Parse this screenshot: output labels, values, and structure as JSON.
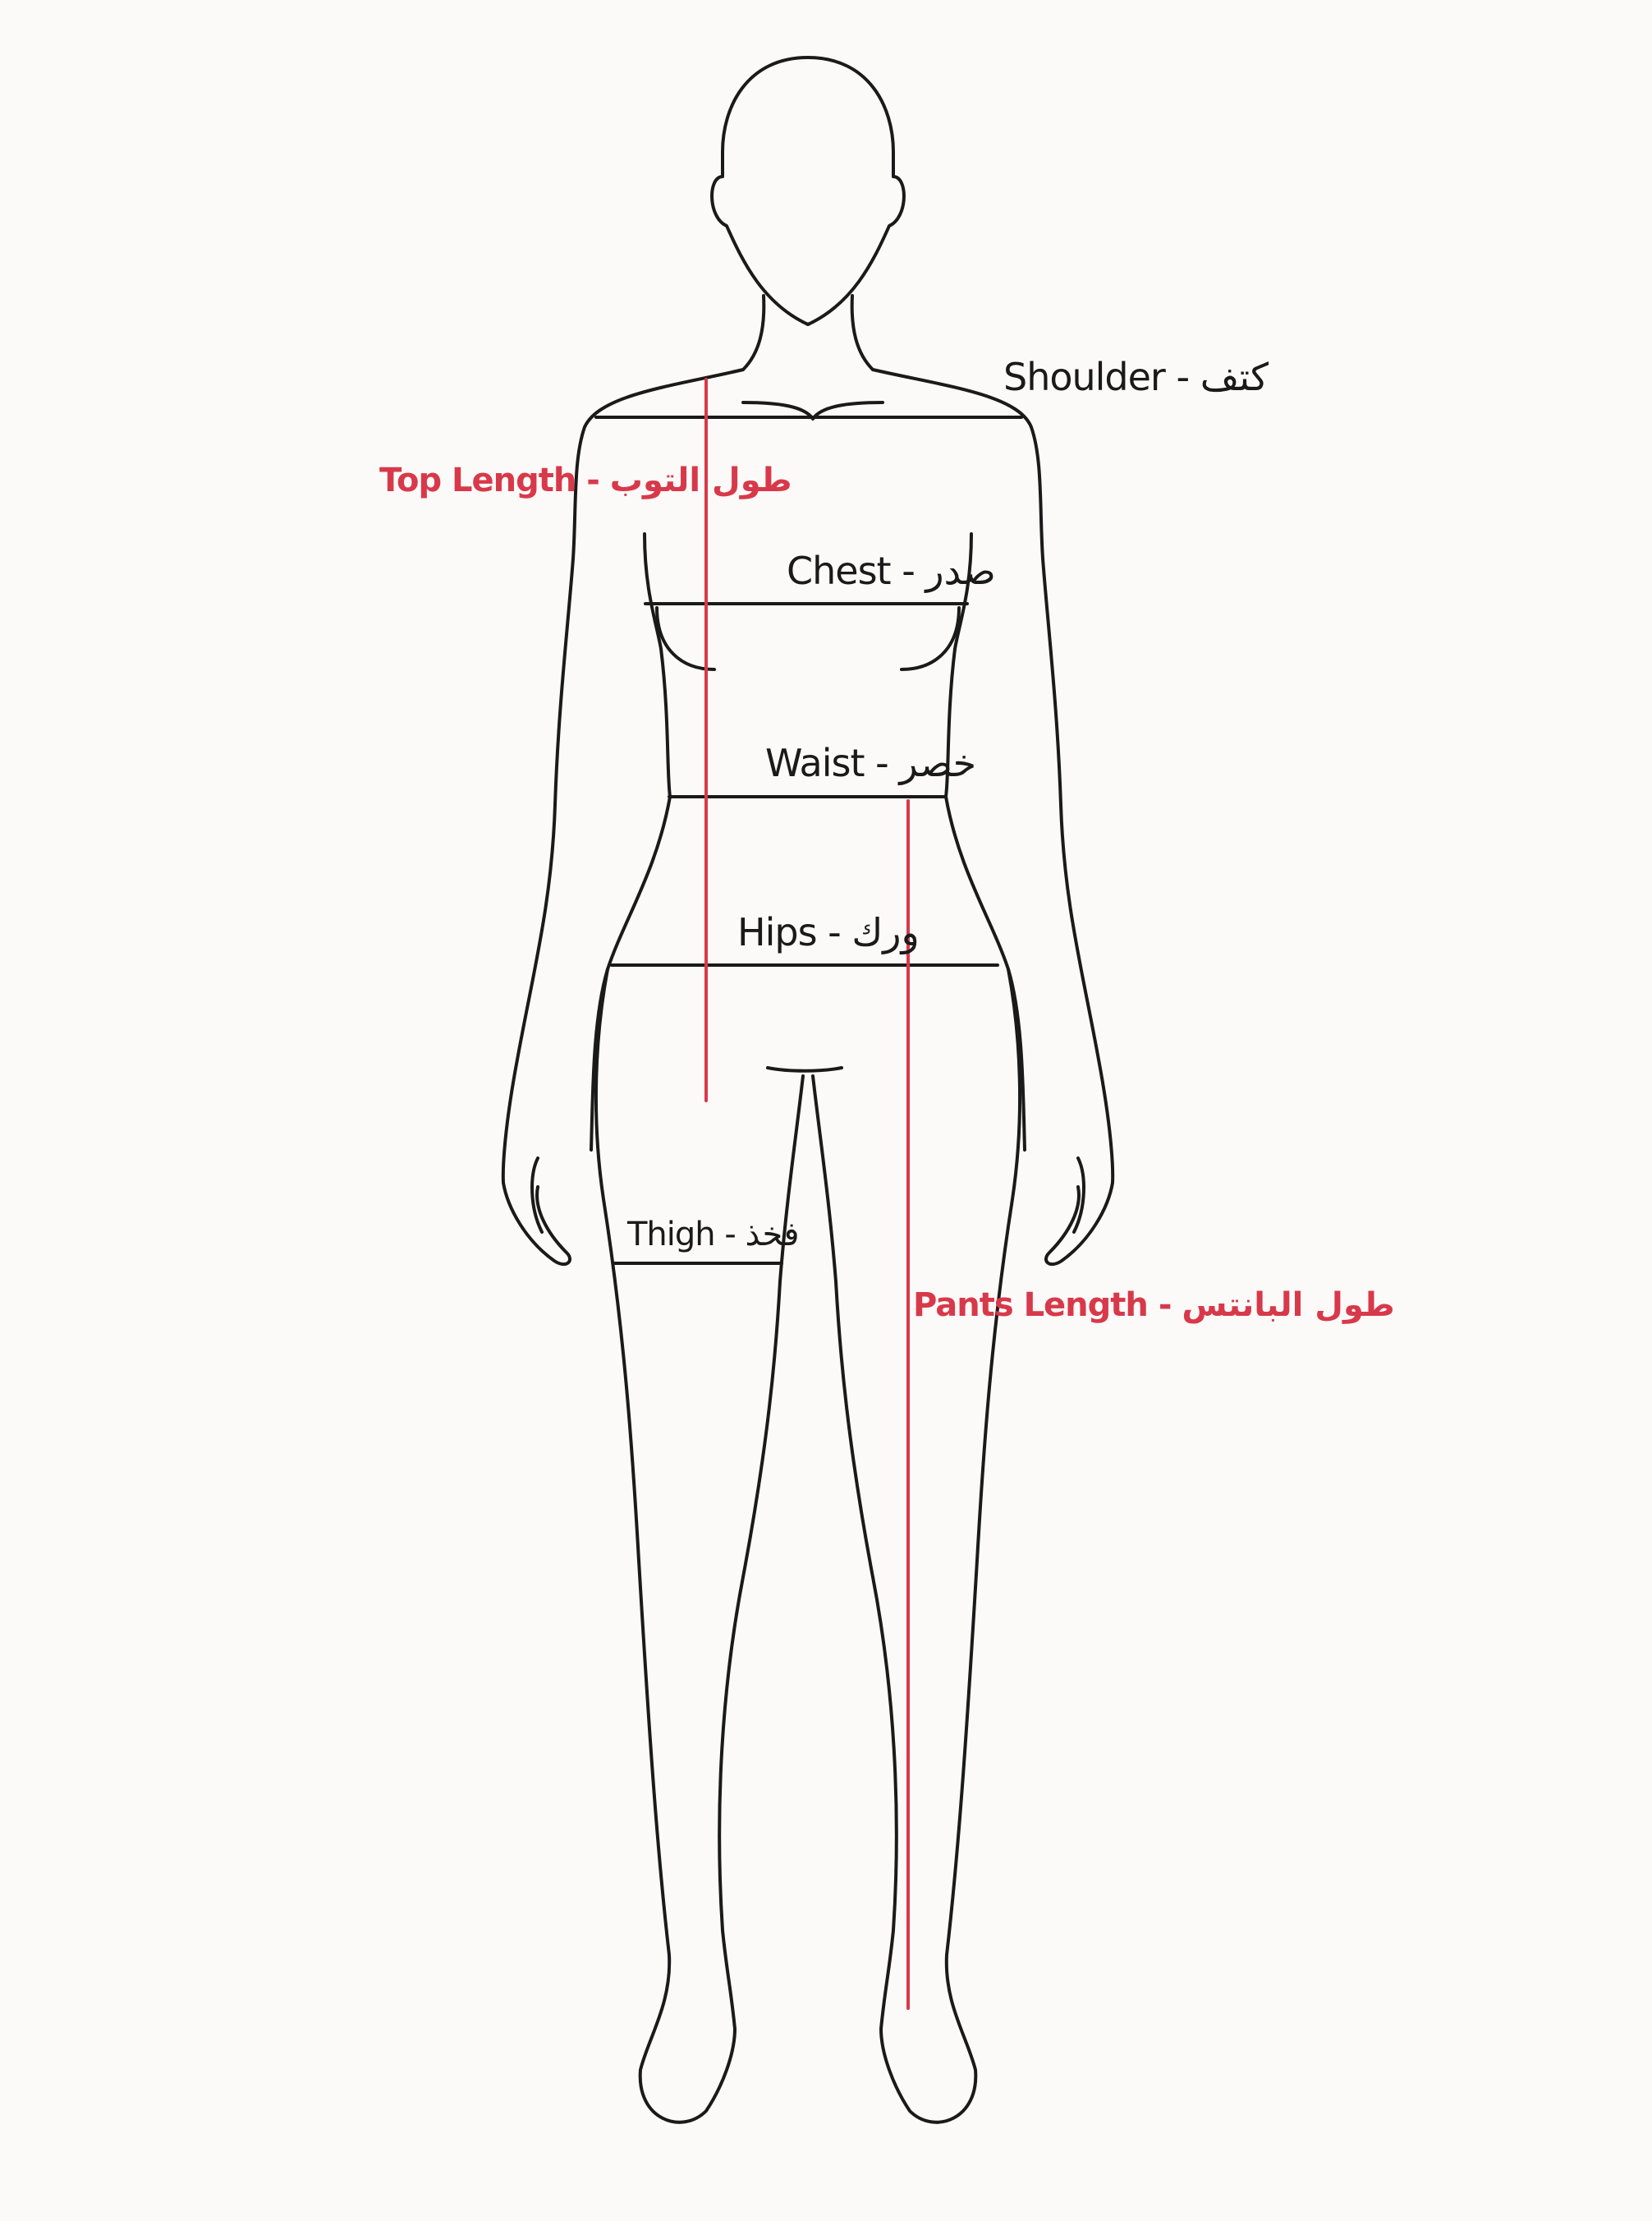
{
  "colors": {
    "background": "#fbfaf8",
    "outline": "#1a1a1a",
    "accent": "#d8394a"
  },
  "labels": {
    "shoulder": "Shoulder - كتف",
    "top_length": "Top Length - طول التوب",
    "chest": "Chest - صدر",
    "waist": "Waist - خصر",
    "hips": "Hips - ورك",
    "thigh": "Thigh - فخذ",
    "pants_length": "Pants Length - طول البانتس"
  }
}
